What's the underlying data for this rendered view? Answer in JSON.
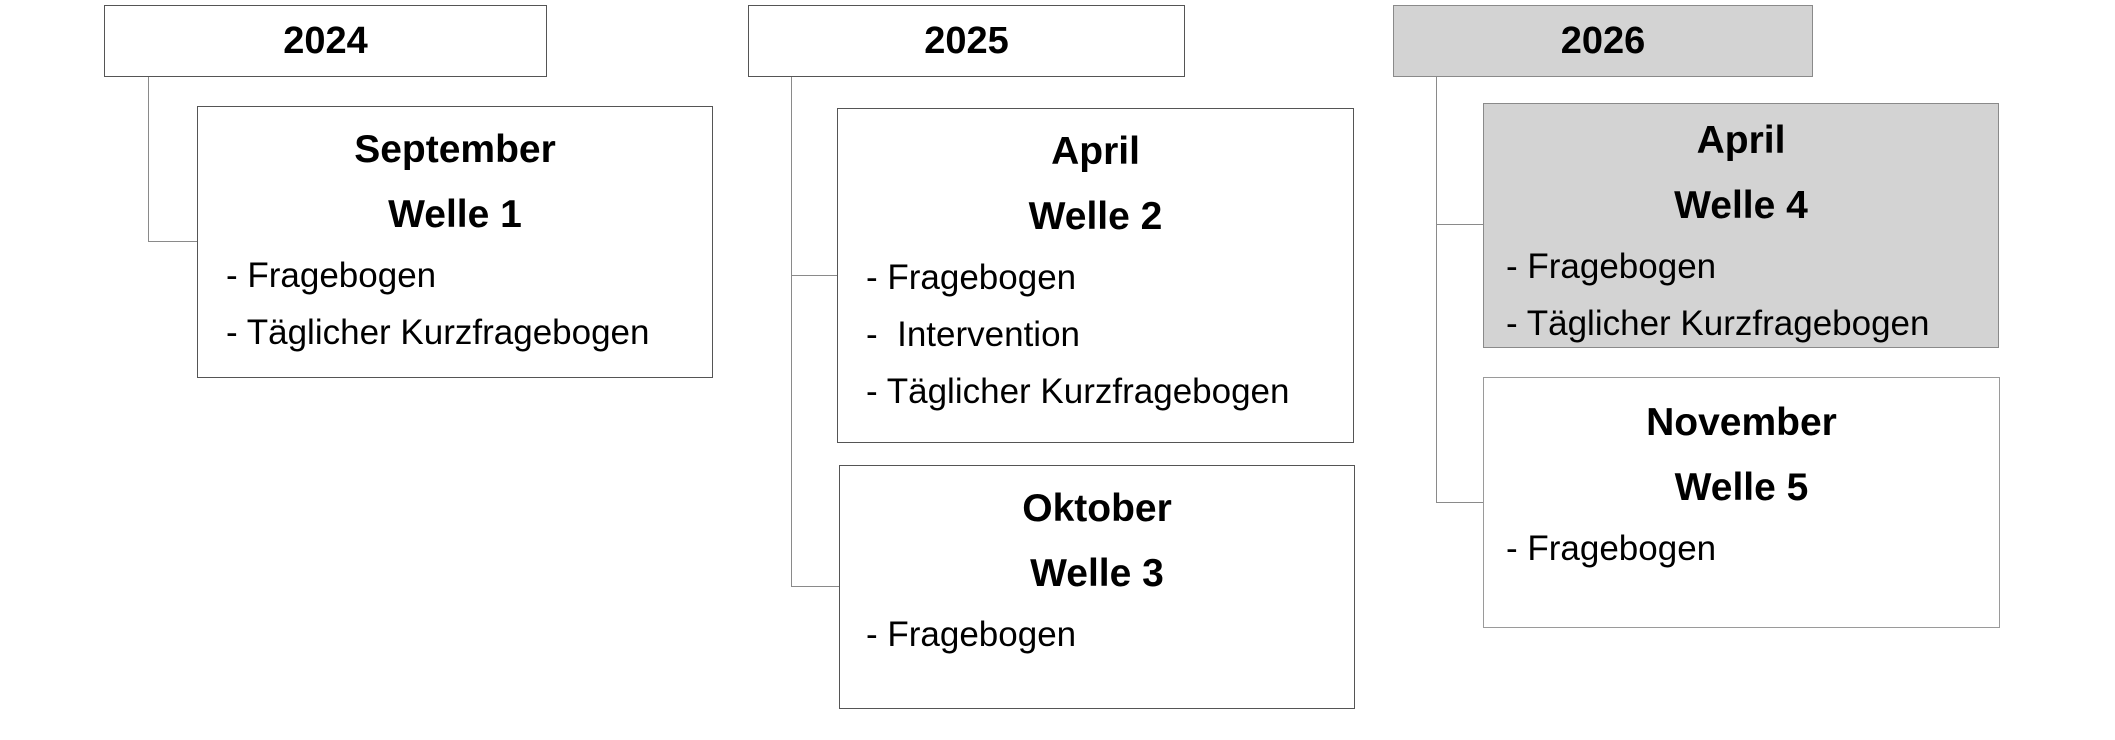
{
  "years": [
    {
      "label": "2024",
      "waves": [
        {
          "month": "September",
          "wave": "Welle 1",
          "items": [
            "- Fragebogen",
            "- Täglicher Kurzfragebogen"
          ]
        }
      ]
    },
    {
      "label": "2025",
      "waves": [
        {
          "month": "April",
          "wave": "Welle 2",
          "items": [
            "- Fragebogen",
            "-  Intervention",
            "- Täglicher Kurzfragebogen"
          ]
        },
        {
          "month": "Oktober",
          "wave": "Welle 3",
          "items": [
            "- Fragebogen"
          ]
        }
      ]
    },
    {
      "label": "2026",
      "waves": [
        {
          "month": "April",
          "wave": "Welle 4",
          "items": [
            "- Fragebogen",
            "- Täglicher Kurzfragebogen"
          ]
        },
        {
          "month": "November",
          "wave": "Welle 5",
          "items": [
            "- Fragebogen"
          ]
        }
      ]
    }
  ],
  "colors": {
    "planned_fill": "#d3d3d3",
    "border": "#555555",
    "connector": "#8a8a8a"
  }
}
